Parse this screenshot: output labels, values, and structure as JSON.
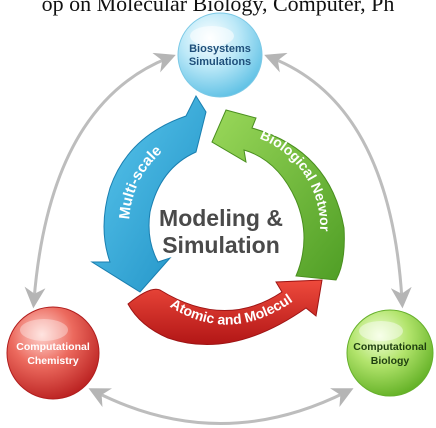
{
  "caption": "op on Molecular Biology, Computer, Ph",
  "center": {
    "line1": "Modeling &",
    "line2": "Simulation"
  },
  "nodes": [
    {
      "line1": "Biosystems",
      "line2": "Simulations",
      "color": "#7fd2ee"
    },
    {
      "line1": "Computational",
      "line2": "Chemistry",
      "color": "#e0463f"
    },
    {
      "line1": "Computational",
      "line2": "Biology",
      "color": "#8fd64a"
    }
  ],
  "arrows": [
    {
      "label": "Multi-scale",
      "color": "#2aa9d8"
    },
    {
      "label": "Biological Networks",
      "color": "#6cc13c"
    },
    {
      "label": "Atomic and Molecular",
      "color": "#d82a2a"
    }
  ]
}
